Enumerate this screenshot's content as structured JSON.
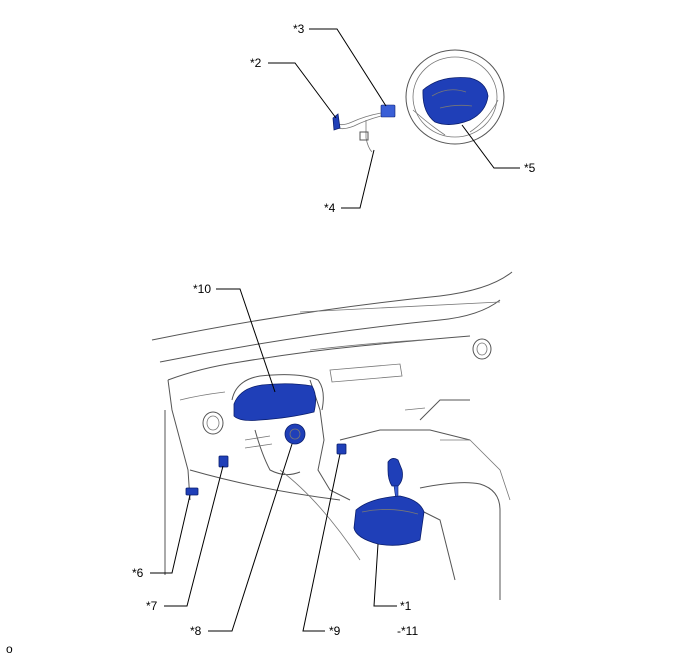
{
  "labels": {
    "l1": "*1",
    "l2": "*2",
    "l3": "*3",
    "l4": "*4",
    "l5": "*5",
    "l6": "*6",
    "l7": "*7",
    "l8": "*8",
    "l9": "*9",
    "l10": "*10",
    "l11": "-*11"
  },
  "corner_mark": "o",
  "colors": {
    "highlight": "#1f3fb8",
    "outline": "#555555"
  }
}
